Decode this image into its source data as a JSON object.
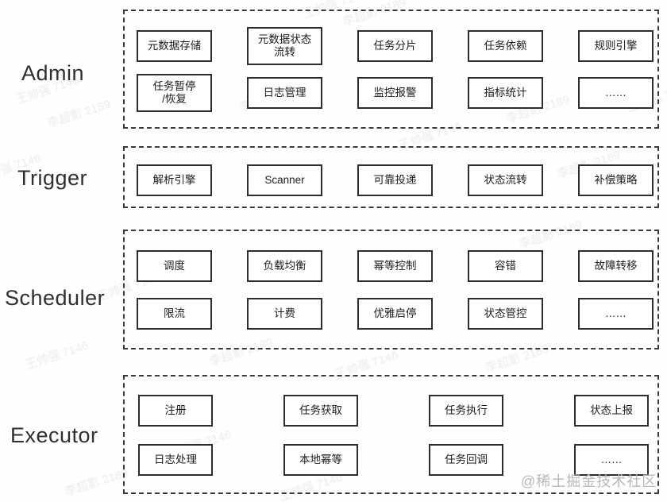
{
  "sections": [
    {
      "label": "Admin",
      "rows": [
        [
          "元数据存储",
          "元数据状态\n流转",
          "任务分片",
          "任务依赖",
          "规则引擎"
        ],
        [
          "任务暂停\n/恢复",
          "日志管理",
          "监控报警",
          "指标统计",
          "……"
        ]
      ]
    },
    {
      "label": "Trigger",
      "rows": [
        [
          "解析引擎",
          "Scanner",
          "可靠投递",
          "状态流转",
          "补偿策略"
        ]
      ]
    },
    {
      "label": "Scheduler",
      "rows": [
        [
          "调度",
          "负载均衡",
          "幂等控制",
          "容错",
          "故障转移"
        ],
        [
          "限流",
          "计费",
          "优雅启停",
          "状态管控",
          "……"
        ]
      ]
    },
    {
      "label": "Executor",
      "rows": [
        [
          "注册",
          "任务获取",
          "任务执行",
          "状态上报"
        ],
        [
          "日志处理",
          "本地幂等",
          "任务回调",
          "……"
        ]
      ]
    }
  ],
  "watermarks": {
    "badge": "@稀土掘金技术社区",
    "stamp_a": "王帅强 7146",
    "stamp_b": "李超影 2189"
  }
}
